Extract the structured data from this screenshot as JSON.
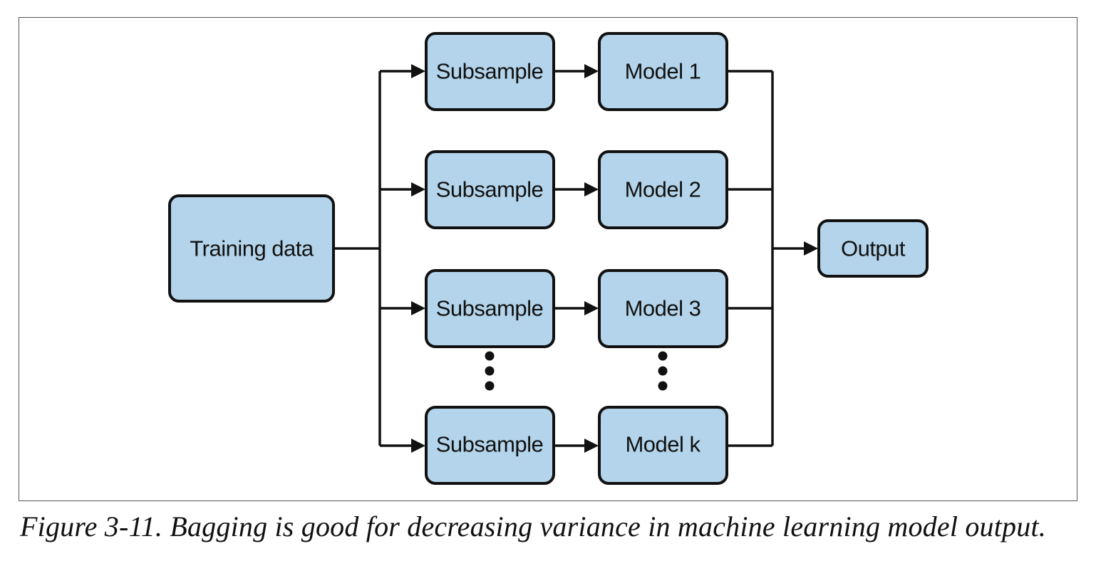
{
  "nodes": {
    "training_data": "Training data",
    "subsample_1": "Subsample",
    "subsample_2": "Subsample",
    "subsample_3": "Subsample",
    "subsample_k": "Subsample",
    "model_1": "Model 1",
    "model_2": "Model 2",
    "model_3": "Model 3",
    "model_k": "Model k",
    "output": "Output"
  },
  "caption": "Figure 3-11. Bagging is good for decreasing variance in machine learning model output.",
  "colors": {
    "box_fill": "#b3d4ea",
    "stroke": "#111111"
  }
}
